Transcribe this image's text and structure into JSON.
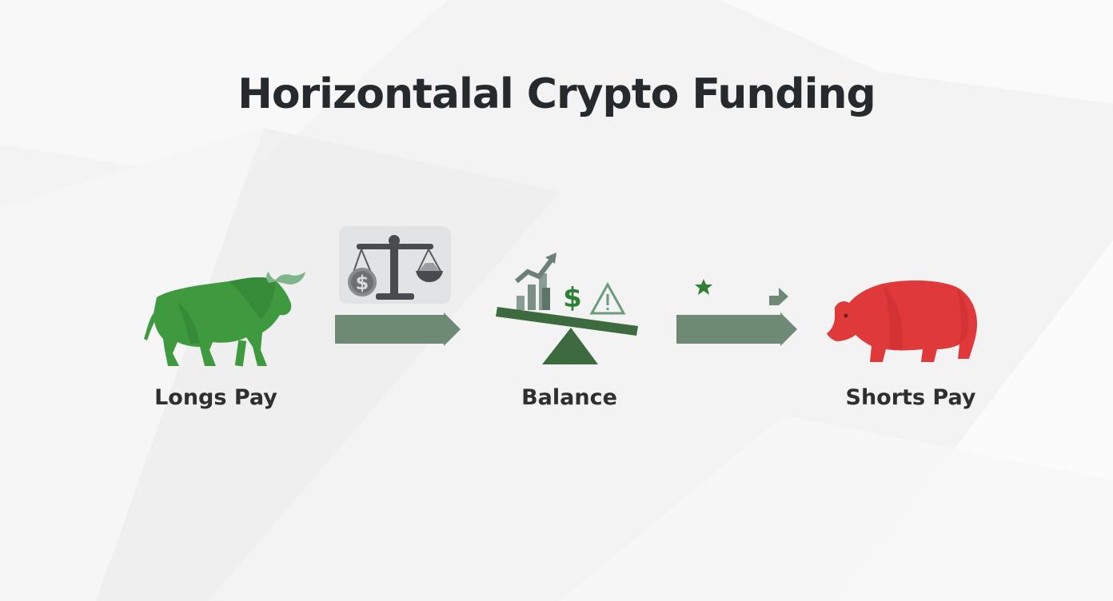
{
  "title": "Horizontalal Crypto Funding",
  "stages": [
    {
      "label": "Longs Pay",
      "icon": "bull-icon",
      "color": "#3f9a3f"
    },
    {
      "label": "Balance",
      "icon": "seesaw-balance-icon",
      "color": "#3e6a40"
    },
    {
      "label": "Shorts Pay",
      "icon": "bear-icon",
      "color": "#e0393a"
    }
  ],
  "scale_icon": "money-scale-icon",
  "arrow_color": "#6f8a74"
}
